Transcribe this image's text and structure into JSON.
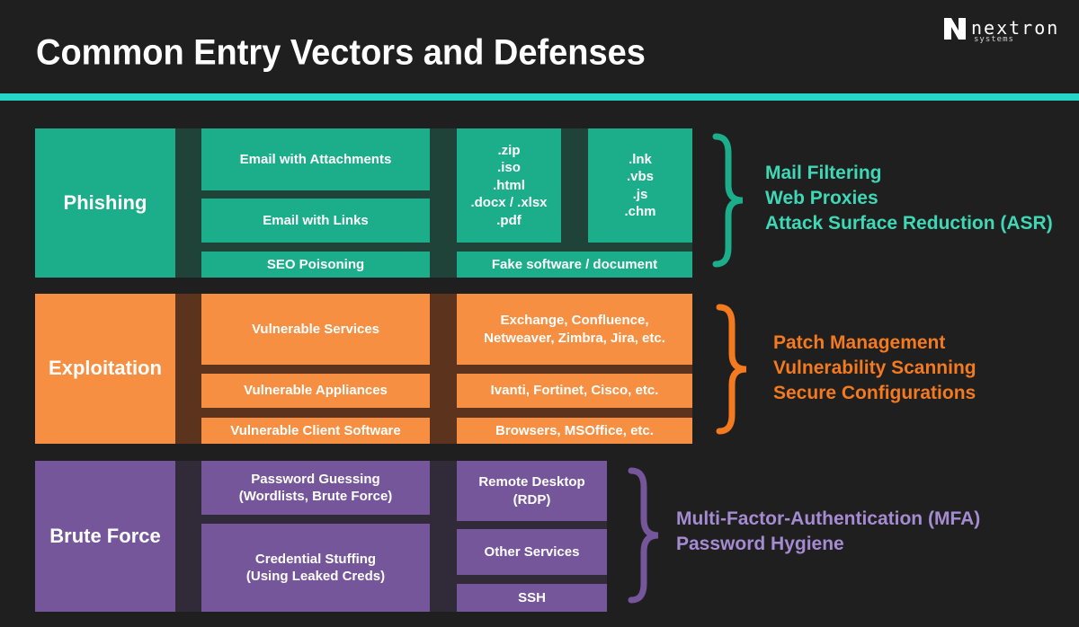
{
  "title": "Common Entry Vectors and Defenses",
  "logo": {
    "name": "nextron",
    "sub": "systems"
  },
  "colors": {
    "phishing": "#1cad8a",
    "exploitation": "#f68f41",
    "brute_force": "#75569a",
    "accent": "#26d6c9"
  },
  "phishing": {
    "label": "Phishing",
    "vectors": [
      "Email with Attachments",
      "Email with Links",
      "SEO Poisoning"
    ],
    "file_types_a": ".zip\n.iso\n.html\n.docx / .xlsx\n.pdf",
    "file_types_b": ".lnk\n.vbs\n.js\n.chm",
    "fake": "Fake software / document",
    "defenses": [
      "Mail Filtering",
      "Web Proxies",
      "Attack Surface Reduction (ASR)"
    ]
  },
  "exploitation": {
    "label": "Exploitation",
    "vectors": [
      "Vulnerable Services",
      "Vulnerable Appliances",
      "Vulnerable Client Software"
    ],
    "examples": [
      "Exchange, Confluence,\nNetweaver, Zimbra, Jira, etc.",
      "Ivanti, Fortinet, Cisco, etc.",
      "Browsers, MSOffice, etc."
    ],
    "defenses": [
      "Patch Management",
      "Vulnerability Scanning",
      "Secure Configurations"
    ]
  },
  "brute_force": {
    "label": "Brute Force",
    "vectors": [
      "Password Guessing\n(Wordlists, Brute Force)",
      "Credential Stuffing\n(Using Leaked Creds)"
    ],
    "targets": [
      "Remote Desktop\n(RDP)",
      "Other Services",
      "SSH"
    ],
    "defenses": [
      "Multi-Factor-Authentication (MFA)",
      "Password Hygiene"
    ]
  }
}
